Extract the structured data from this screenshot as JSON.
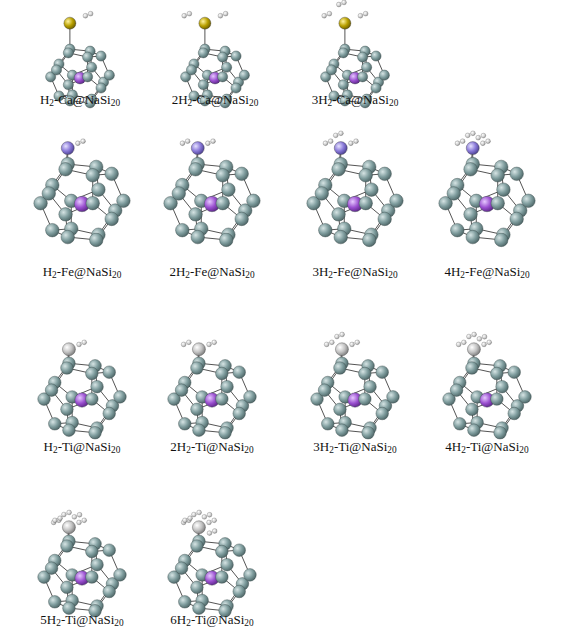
{
  "diagram": {
    "labels": [
      "H2-Ca@NaSi20",
      "2H2-Ca@NaSi20",
      "3H2-Ca@NaSi20",
      "H2-Fe@NaSi20",
      "2H2-Fe@NaSi20",
      "3H2-Fe@NaSi20",
      "4H2-Fe@NaSi20",
      "H2-Ti@NaSi20",
      "2H2-Ti@NaSi20",
      "3H2-Ti@NaSi20",
      "4H2-Ti@NaSi20",
      "5H2-Ti@NaSi20",
      "6H2-Ti@NaSi20"
    ]
  }
}
